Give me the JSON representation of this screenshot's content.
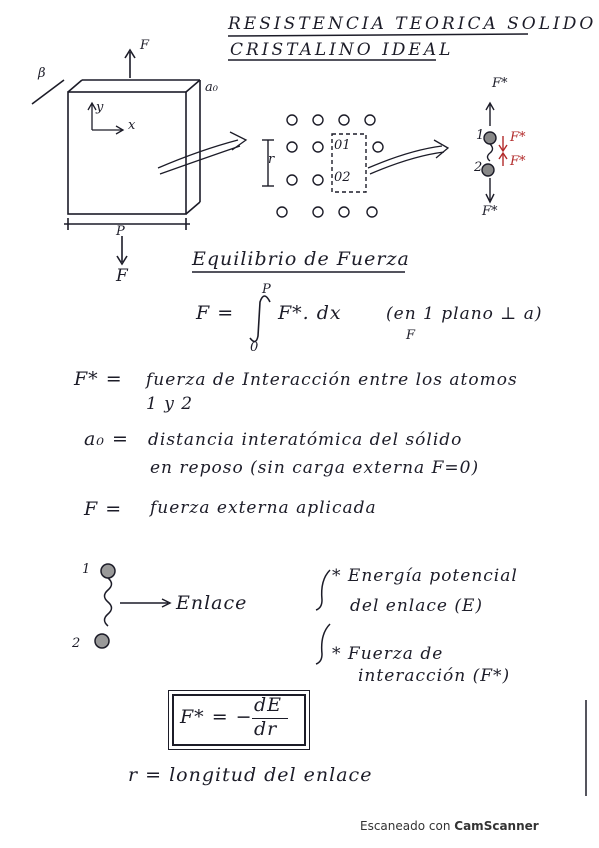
{
  "title": {
    "line1": "RESISTENCIA TEORICA SOLIDO",
    "line2": "CRISTALINO IDEAL"
  },
  "diagram": {
    "force_top": "F",
    "force_bottom": "F",
    "label_p": "P",
    "label_a0": "a₀",
    "axis_y": "y",
    "axis_x": "x",
    "label_r": "r",
    "atom1": "01",
    "atom2": "02",
    "right_fstar_top": "F*",
    "right_fstar_bottom": "F*",
    "right_num1": "1",
    "right_num2": "2",
    "red_f1": "F*",
    "red_f2": "F*"
  },
  "equilibrium": {
    "heading": "Equilibrio de Fuerza",
    "eq_lhs": "F =",
    "integrand": "F*. dx",
    "upper_limit": "P",
    "lower_limit": "0",
    "note": "(en 1 plano ⊥ a)",
    "note_denom": "F"
  },
  "definitions": [
    {
      "sym": "F* =",
      "text": "fuerza de Interacción entre los atomos",
      "text2": "1 y 2"
    },
    {
      "sym": "a₀ =",
      "text": "distancia interatómica del sólido",
      "text2": "en reposo (sin carga externa F=0)"
    },
    {
      "sym": "F =",
      "text": "fuerza externa aplicada",
      "text2": ""
    }
  ],
  "bond": {
    "num1": "1",
    "num2": "2",
    "label": "Enlace",
    "item1_line1": "* Energía potencial",
    "item1_line2": "del enlace (E)",
    "item2_line1": "* Fuerza de",
    "item2_line2": "interacción (F*)"
  },
  "formula": {
    "lhs": "F* = −",
    "num": "dE",
    "den": "dr"
  },
  "r_def": "r = longitud del enlace",
  "footer": {
    "prefix": "Escaneado con",
    "brand": "CamScanner"
  }
}
